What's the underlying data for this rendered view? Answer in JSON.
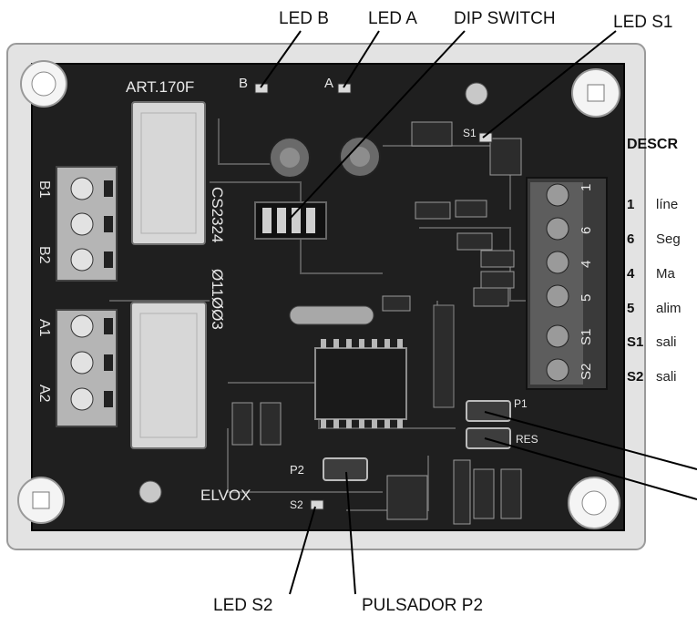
{
  "callouts": {
    "led_b": "LED B",
    "led_a": "LED A",
    "dip_switch": "DIP SWITCH",
    "led_s1": "LED S1",
    "led_s2": "LED S2",
    "pulsador_p2": "PULSADOR P2"
  },
  "board": {
    "model": "ART.170F",
    "brand": "ELVOX",
    "code": "CS2324",
    "serial": "Ø11ØØ3",
    "left_terminals_top": [
      "B1",
      "B2"
    ],
    "left_terminals_bottom": [
      "A1",
      "A2"
    ],
    "right_terminals": [
      "1",
      "6",
      "4",
      "5",
      "S1",
      "S2"
    ],
    "silk": {
      "b": "B",
      "a": "A",
      "s1": "S1",
      "p1": "P1",
      "res": "RES",
      "p2": "P2",
      "s2": "S2"
    }
  },
  "description": {
    "title": "DESCR",
    "items": [
      {
        "key": "1",
        "text": "líne"
      },
      {
        "key": "6",
        "text": "Seg"
      },
      {
        "key": "4",
        "text": "Ma"
      },
      {
        "key": "5",
        "text": "alim"
      },
      {
        "key": "S1",
        "text": "sali"
      },
      {
        "key": "S2",
        "text": "sali"
      }
    ]
  }
}
